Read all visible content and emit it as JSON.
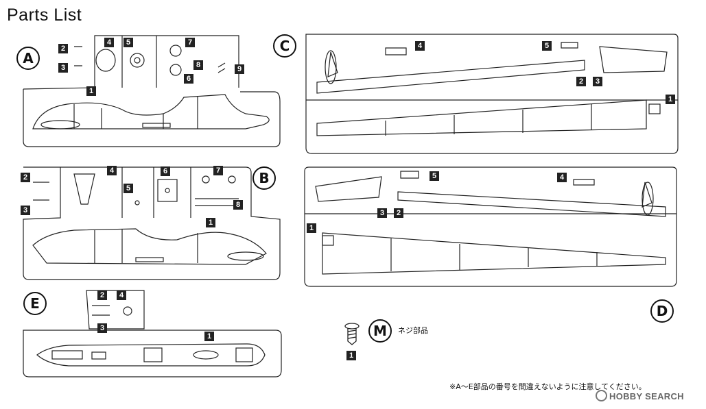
{
  "page": {
    "title": "Parts List"
  },
  "sprues": [
    {
      "letter": "A",
      "parts": [
        "1",
        "2",
        "3",
        "4",
        "5",
        "6",
        "7",
        "8",
        "9"
      ]
    },
    {
      "letter": "B",
      "parts": [
        "1",
        "2",
        "3",
        "4",
        "5",
        "6",
        "7",
        "8"
      ]
    },
    {
      "letter": "C",
      "parts": [
        "1",
        "2",
        "3",
        "4",
        "5"
      ]
    },
    {
      "letter": "D",
      "parts": [
        "1",
        "2",
        "3",
        "4",
        "5"
      ]
    },
    {
      "letter": "E",
      "parts": [
        "1",
        "2",
        "3",
        "4"
      ]
    }
  ],
  "screw": {
    "letter": "M",
    "label": "ネジ部品",
    "part": "1"
  },
  "note": "※A〜E部品の番号を間違えないように注意してください。",
  "watermark": "HOBBY SEARCH"
}
